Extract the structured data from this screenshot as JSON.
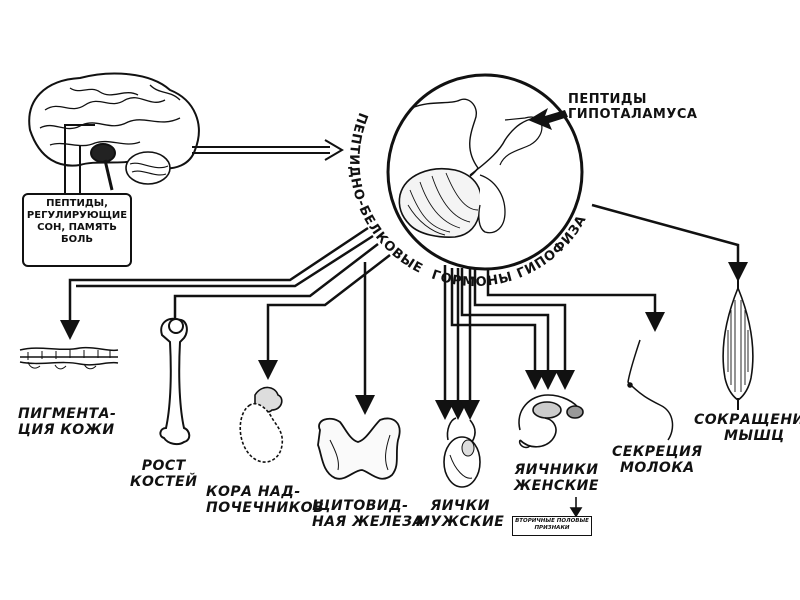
{
  "hypothalamus_label": [
    "ПЕПТИДЫ",
    "ГИПОТАЛАМУСА"
  ],
  "brain_box_label": [
    "ПЕПТИДЫ,",
    "РЕГУЛИРУЮЩИЕ",
    "СОН, ПАМЯТЬ",
    "БОЛЬ"
  ],
  "arc_label_left": "ПЕПТИДНО-БЕЛКОВЫЕ",
  "arc_label_right": "ГОРМОНЫ ГИПОФИЗА",
  "targets": {
    "skin": [
      "ПИГМЕНТА-",
      "ЦИЯ КОЖИ"
    ],
    "bone": [
      "РОСТ",
      "КОСТЕЙ"
    ],
    "adrenal": [
      "КОРА НАД-",
      "ПОЧЕЧНИКОВ"
    ],
    "thyroid": [
      "ЩИТОВИД-",
      "НАЯ ЖЕЛЕЗА"
    ],
    "testes": [
      "ЯИЧКИ",
      "МУЖСКИЕ"
    ],
    "ovaries": [
      "ЯИЧНИКИ",
      "ЖЕНСКИЕ"
    ],
    "milk": [
      "СЕКРЕЦИЯ",
      "МОЛОКА"
    ],
    "muscle": [
      "СОКРАЩЕНИЕ",
      "МЫШЦ"
    ]
  },
  "secondary_traits_label": [
    "ВТОРИЧНЫЕ ПОЛОВЫЕ",
    "ПРИЗНАКИ"
  ]
}
